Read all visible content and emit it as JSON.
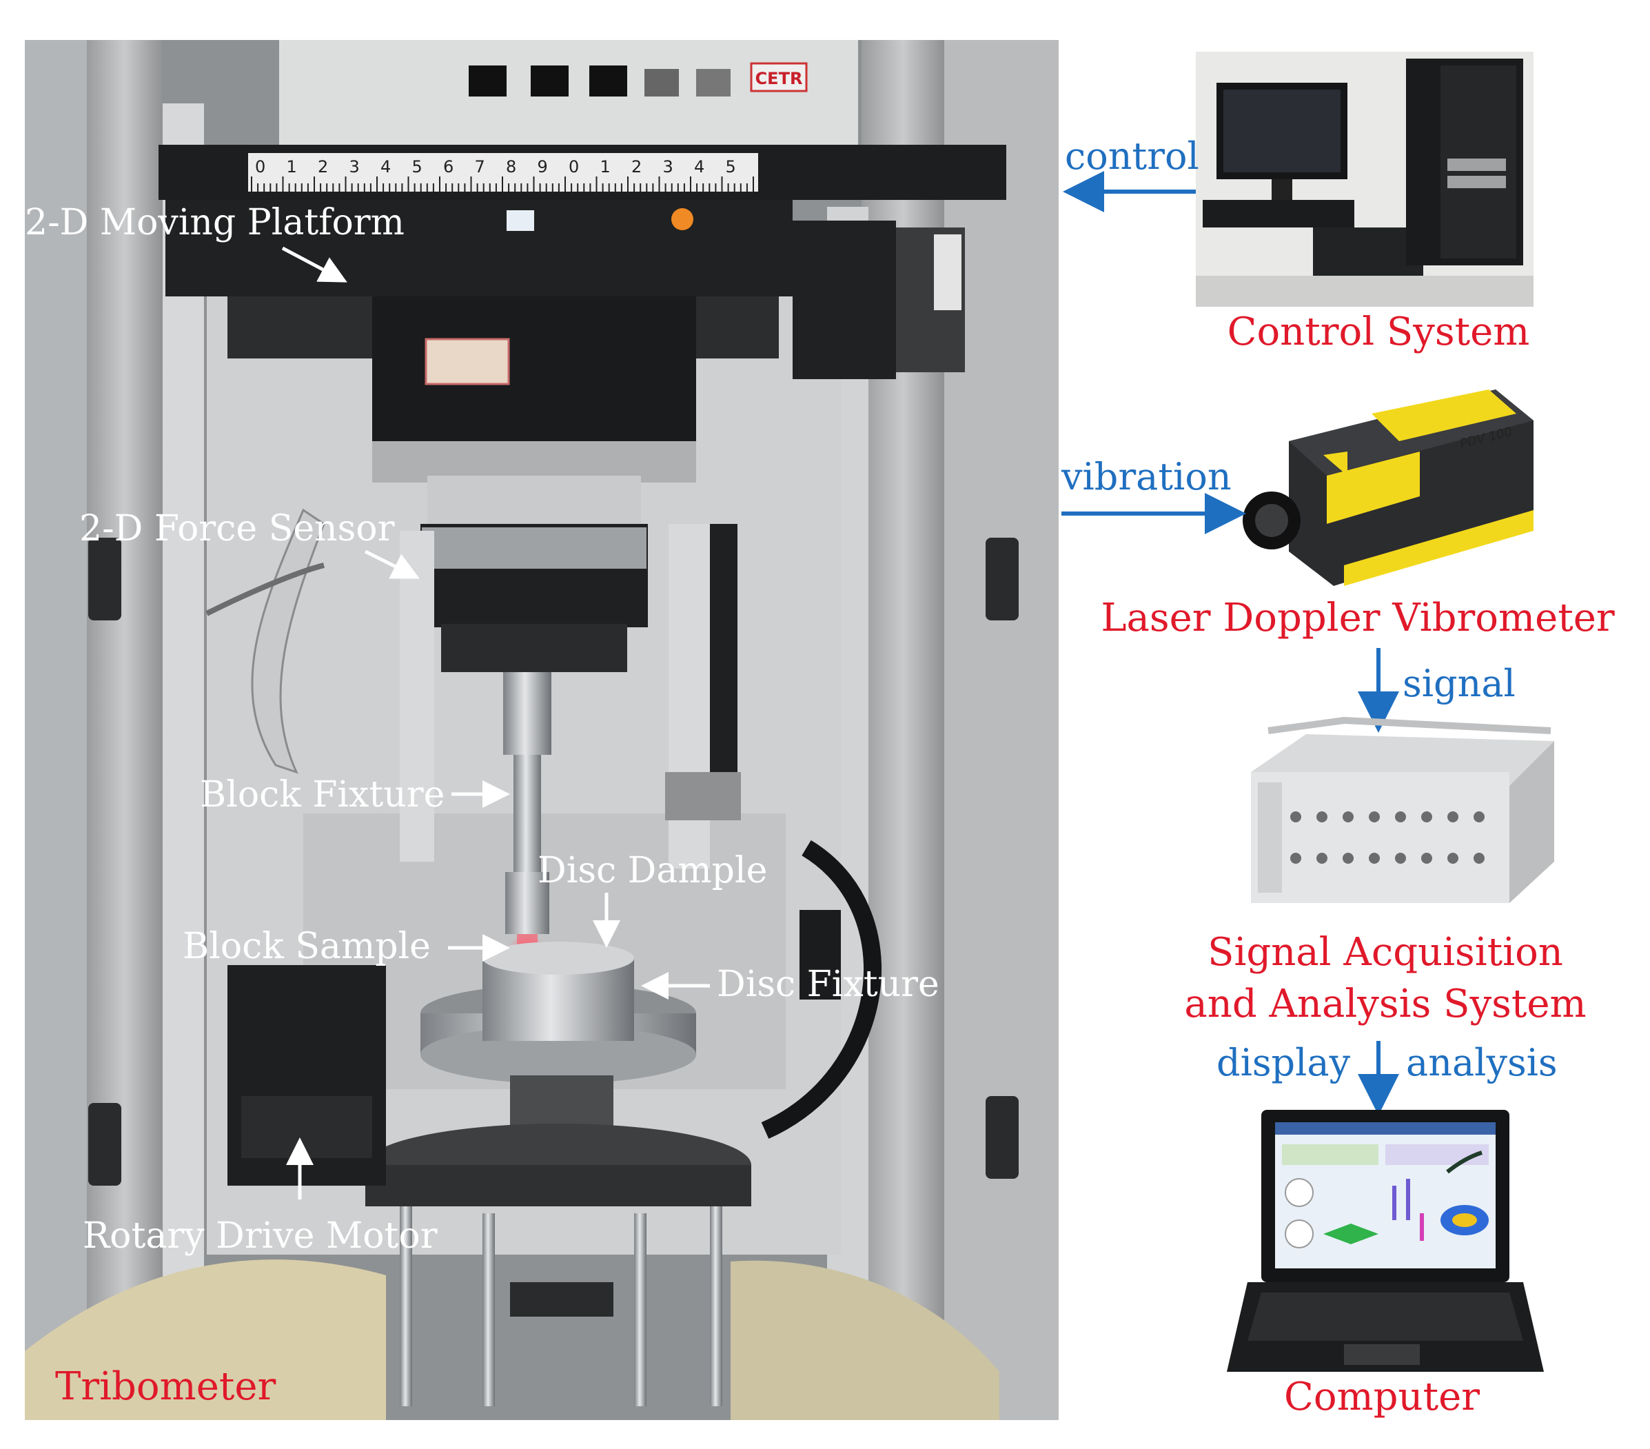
{
  "tribometer": {
    "title": "Tribometer",
    "brand_plate": "CETR",
    "scale_digits": [
      "0",
      "1",
      "2",
      "3",
      "4",
      "5",
      "6",
      "7",
      "8",
      "9",
      "0",
      "1",
      "2",
      "3",
      "4",
      "5"
    ],
    "labels": {
      "moving_platform": "2-D Moving Platform",
      "force_sensor": "2-D Force Sensor",
      "block_fixture": "Block Fixture",
      "disc_sample": "Disc Dample",
      "block_sample": "Block Sample",
      "disc_fixture": "Disc Fixture",
      "rotary_motor": "Rotary Drive Motor"
    }
  },
  "flow": {
    "control_label": "control",
    "vibration_label": "vibration",
    "signal_label": "signal",
    "display_label": "display",
    "analysis_label": "analysis"
  },
  "components": {
    "control_system": "Control System",
    "vibrometer": "Laser Doppler Vibrometer",
    "vibrometer_model": "PDV 100",
    "acquisition_line1": "Signal Acquisition",
    "acquisition_line2": "and Analysis System",
    "computer": "Computer"
  },
  "colors": {
    "label_white": "#ffffff",
    "component_red": "#e0192a",
    "flow_blue": "#1f6fc0",
    "vibrometer_yellow": "#f2d81c"
  }
}
